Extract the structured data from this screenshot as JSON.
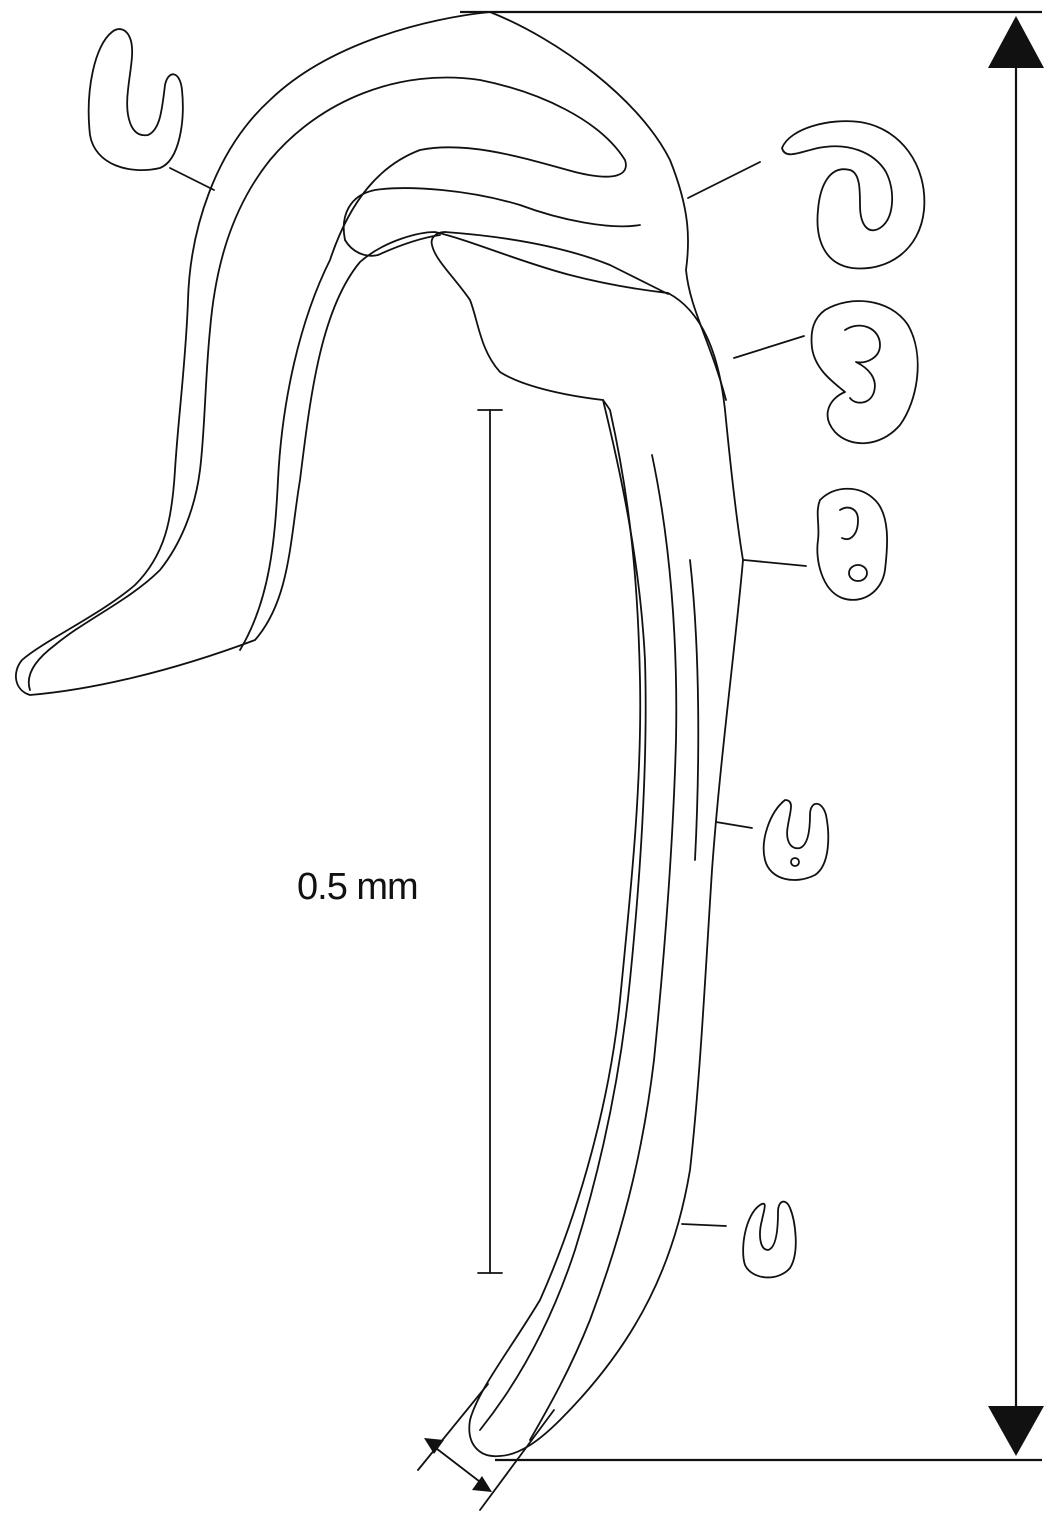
{
  "figure": {
    "scale_bar": {
      "label": "0.5 mm"
    },
    "cross_sections": [
      {
        "shape": "u-shaped"
      },
      {
        "shape": "spiral-open-loop"
      },
      {
        "shape": "three-lobed"
      },
      {
        "shape": "lobed-with-central-hole"
      },
      {
        "shape": "u-shaped-with-dot"
      },
      {
        "shape": "u-shaped"
      }
    ],
    "dimension_arrows": [
      {
        "orientation": "vertical",
        "meaning": "total-length"
      },
      {
        "orientation": "diagonal",
        "meaning": "tip-width"
      }
    ]
  }
}
